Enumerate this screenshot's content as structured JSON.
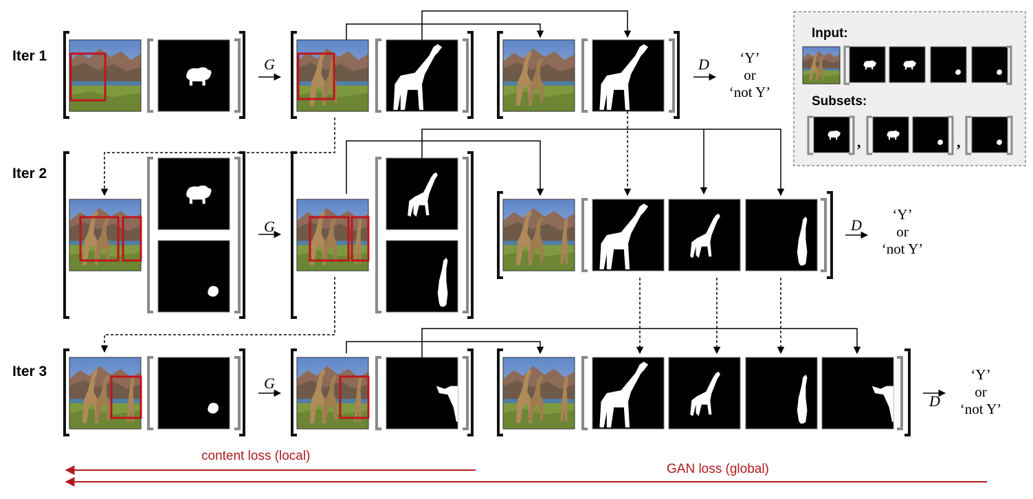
{
  "iterations": [
    "Iter 1",
    "Iter 2",
    "Iter 3"
  ],
  "operators": {
    "generator": "G",
    "discriminator": "D"
  },
  "output": {
    "yes": "‘Y’",
    "or": "or",
    "no": "‘not Y’"
  },
  "legend": {
    "input_title": "Input:",
    "subsets_title": "Subsets:",
    "separator": ","
  },
  "losses": {
    "content": "content loss (local)",
    "gan": "GAN loss (global)"
  },
  "colors": {
    "loss": "#b01c1c",
    "bbox": "#c0141c",
    "bracket_black": "#111111",
    "bracket_gray": "#8a8a8a",
    "legend_bg": "#efefef",
    "sky": "#7e9ed0",
    "grass": "#7f9a3e",
    "mountain": "#8a6a55"
  },
  "icons": [
    "landscape-photo",
    "sheep-mask",
    "giraffe-mask",
    "bbox"
  ]
}
